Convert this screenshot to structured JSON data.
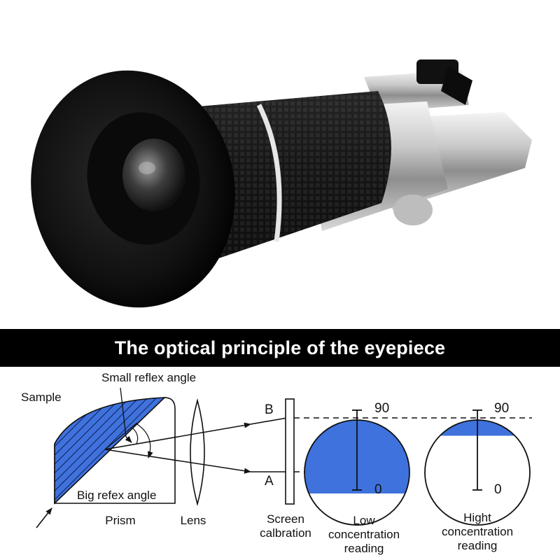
{
  "banner": {
    "title": "The optical principle of the eyepiece"
  },
  "diagram": {
    "labels": {
      "sample": "Sample",
      "small_reflex_angle": "Small reflex angle",
      "big_refex_angle": "Big refex angle",
      "prism": "Prism",
      "lens": "Lens",
      "point_b": "B",
      "point_a": "A",
      "screen_line1": "Screen",
      "screen_line2": "calbration",
      "low_line1": "Low",
      "low_line2": "concentration",
      "low_line3": "reading",
      "high_line1": "Hight",
      "high_line2": "concentration",
      "high_line3": "reading"
    },
    "low_reading": {
      "scale_top": "90",
      "scale_bottom": "0",
      "fill_level_percent": 70
    },
    "high_reading": {
      "scale_top": "90",
      "scale_bottom": "0",
      "fill_level_percent": 15
    },
    "colors": {
      "accent_blue": "#3f72dc",
      "banner_bg": "#000000",
      "banner_text": "#ffffff"
    }
  },
  "photo": {
    "icons": [
      "refractometer-icon"
    ]
  }
}
